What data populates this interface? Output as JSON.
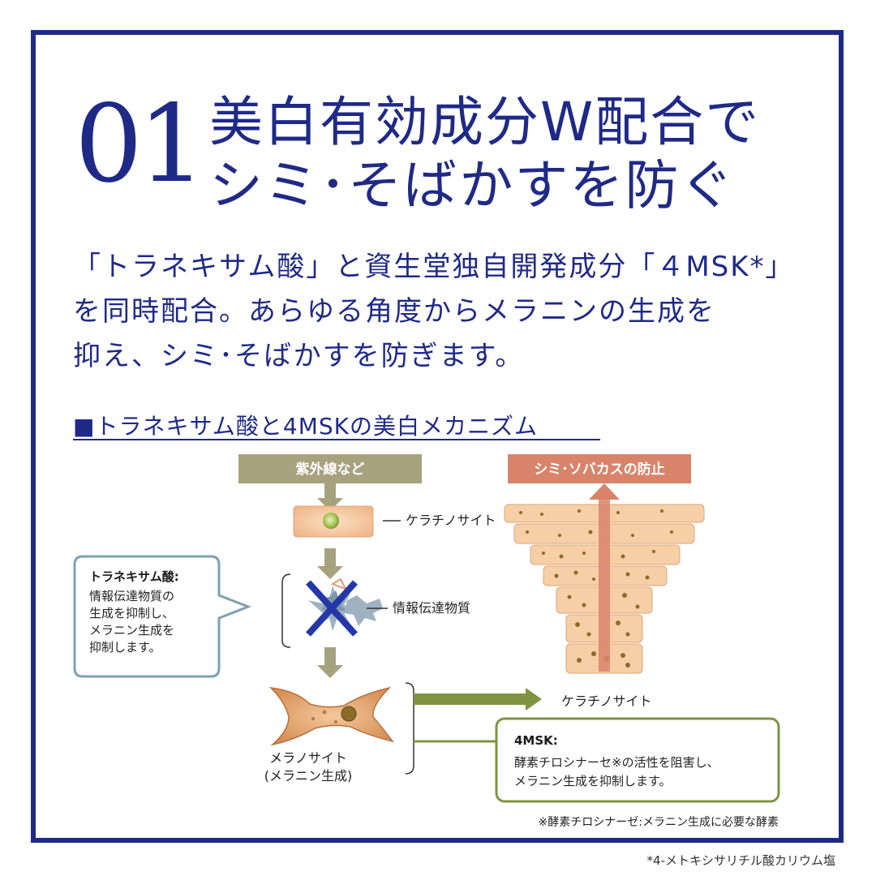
{
  "header": {
    "number": "01",
    "title_line1": "美白有効成分W配合で",
    "title_line2": "シミ･そばかすを防ぐ"
  },
  "lead": {
    "line1": "「トラネキサム酸」と資生堂独自開発成分「４MSK*」",
    "line2": "を同時配合。あらゆる角度からメラニンの生成を",
    "line3": "抑え、シミ･そばかすを防ぎます。"
  },
  "section": {
    "title": "■トラネキサム酸と4MSKの美白メカニズム"
  },
  "diagram": {
    "uv_label": "紫外線など",
    "prevention_label": "シミ･ソバカスの防止",
    "keratinocyte_label": "ケラチノサイト",
    "messenger_label": "情報伝達物質",
    "tranexamic": {
      "title": "トラネキサム酸:",
      "line1": "情報伝達物質の",
      "line2": "生成を抑制し、",
      "line3": "メラニン生成を",
      "line4": "抑制します。"
    },
    "melanocyte_line1": "メラノサイト",
    "melanocyte_line2": "(メラニン生成)",
    "keratinocyte_label2": "ケラチノサイト",
    "msk": {
      "title": "4MSK:",
      "line1": "酵素チロシナーセ※の活性を阻害し、",
      "line2": "メラニン生成を抑制します。"
    },
    "enzyme_note": "※酵素チロシナーゼ:メラニン生成に必要な酵素"
  },
  "footnote": "*4-メトキシサリチル酸カリウム塩",
  "colors": {
    "navy": "#1f2a87",
    "khaki": "#a7a27e",
    "salmon": "#d9846a",
    "olive": "#7f9440",
    "skin": "#f6cfa6",
    "melanin": "#8b6d2a",
    "callout": "#7ea0b3"
  }
}
